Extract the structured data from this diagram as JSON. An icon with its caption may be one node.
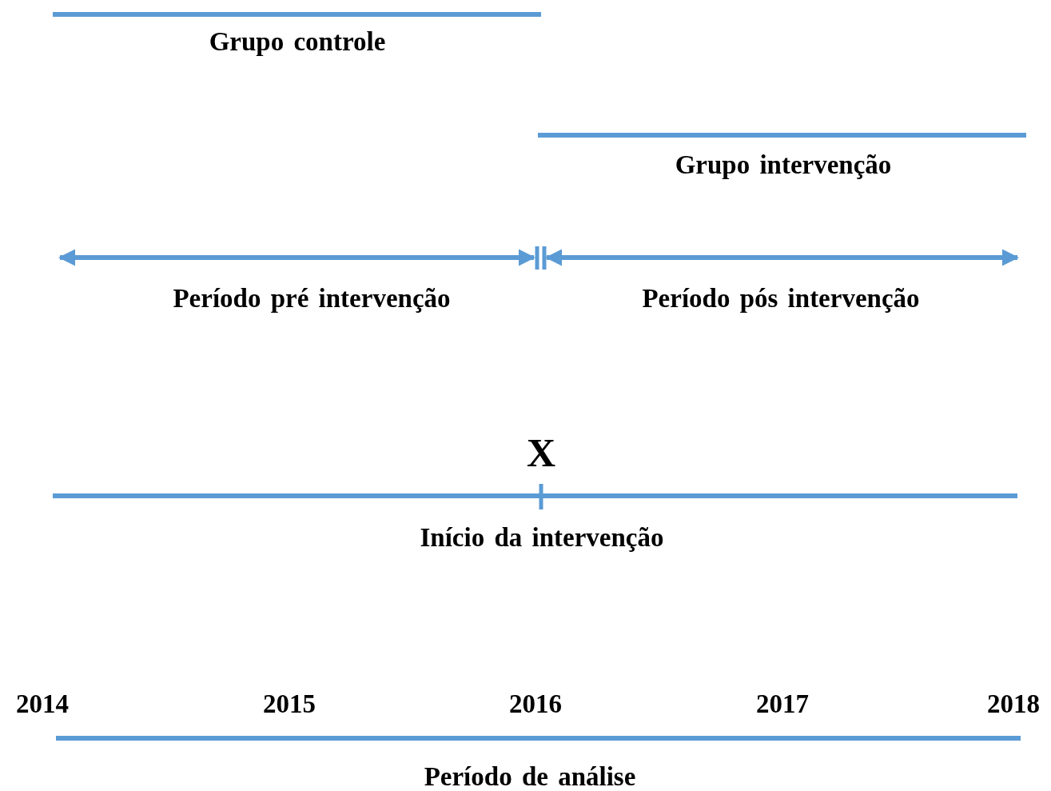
{
  "diagram": {
    "labels": [
      "Grupo controle",
      "Grupo intervenção",
      "Período pré intervenção",
      "Período pós intervenção",
      "X",
      "Início da intervenção",
      "2014",
      "2015",
      "2016",
      "2017",
      "2018",
      "Período de análise"
    ]
  }
}
